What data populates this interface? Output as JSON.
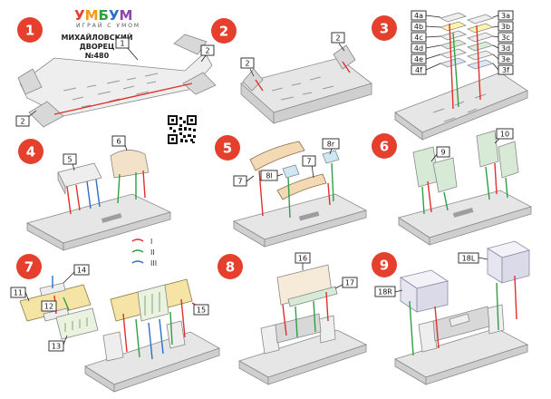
{
  "colors": {
    "step_badge": "#e53f2e",
    "wire_red": "#e0302a",
    "wire_green": "#2f9e44",
    "wire_blue": "#2f6ec8",
    "logo": [
      "#e53f2e",
      "#f39c12",
      "#2f9e44",
      "#2f6ec8",
      "#8e44ad"
    ]
  },
  "brand": {
    "logo": "УМБУМ",
    "tagline": "ИГРАЙ С УМОМ",
    "title_line1": "МИХАЙЛОВСКИЙ",
    "title_line2": "ДВОРЕЦ",
    "item_number": "№480"
  },
  "legend": {
    "red": "I",
    "green": "II",
    "blue": "III"
  },
  "steps": [
    {
      "number": "1",
      "callouts": [
        "1",
        "2",
        "2"
      ]
    },
    {
      "number": "2",
      "callouts": [
        "2",
        "2"
      ]
    },
    {
      "number": "3",
      "callouts": [
        "4a",
        "4b",
        "4c",
        "4d",
        "4e",
        "4f",
        "3a",
        "3b",
        "3c",
        "3d",
        "3e",
        "3f"
      ]
    },
    {
      "number": "4",
      "callouts": [
        "5",
        "6"
      ]
    },
    {
      "number": "5",
      "callouts": [
        "7",
        "8r",
        "7",
        "8l"
      ]
    },
    {
      "number": "6",
      "callouts": [
        "9",
        "10"
      ]
    },
    {
      "number": "7",
      "callouts": [
        "14",
        "11",
        "12",
        "13",
        "15"
      ]
    },
    {
      "number": "8",
      "callouts": [
        "16",
        "17"
      ]
    },
    {
      "number": "9",
      "callouts": [
        "18L",
        "18R"
      ]
    }
  ]
}
